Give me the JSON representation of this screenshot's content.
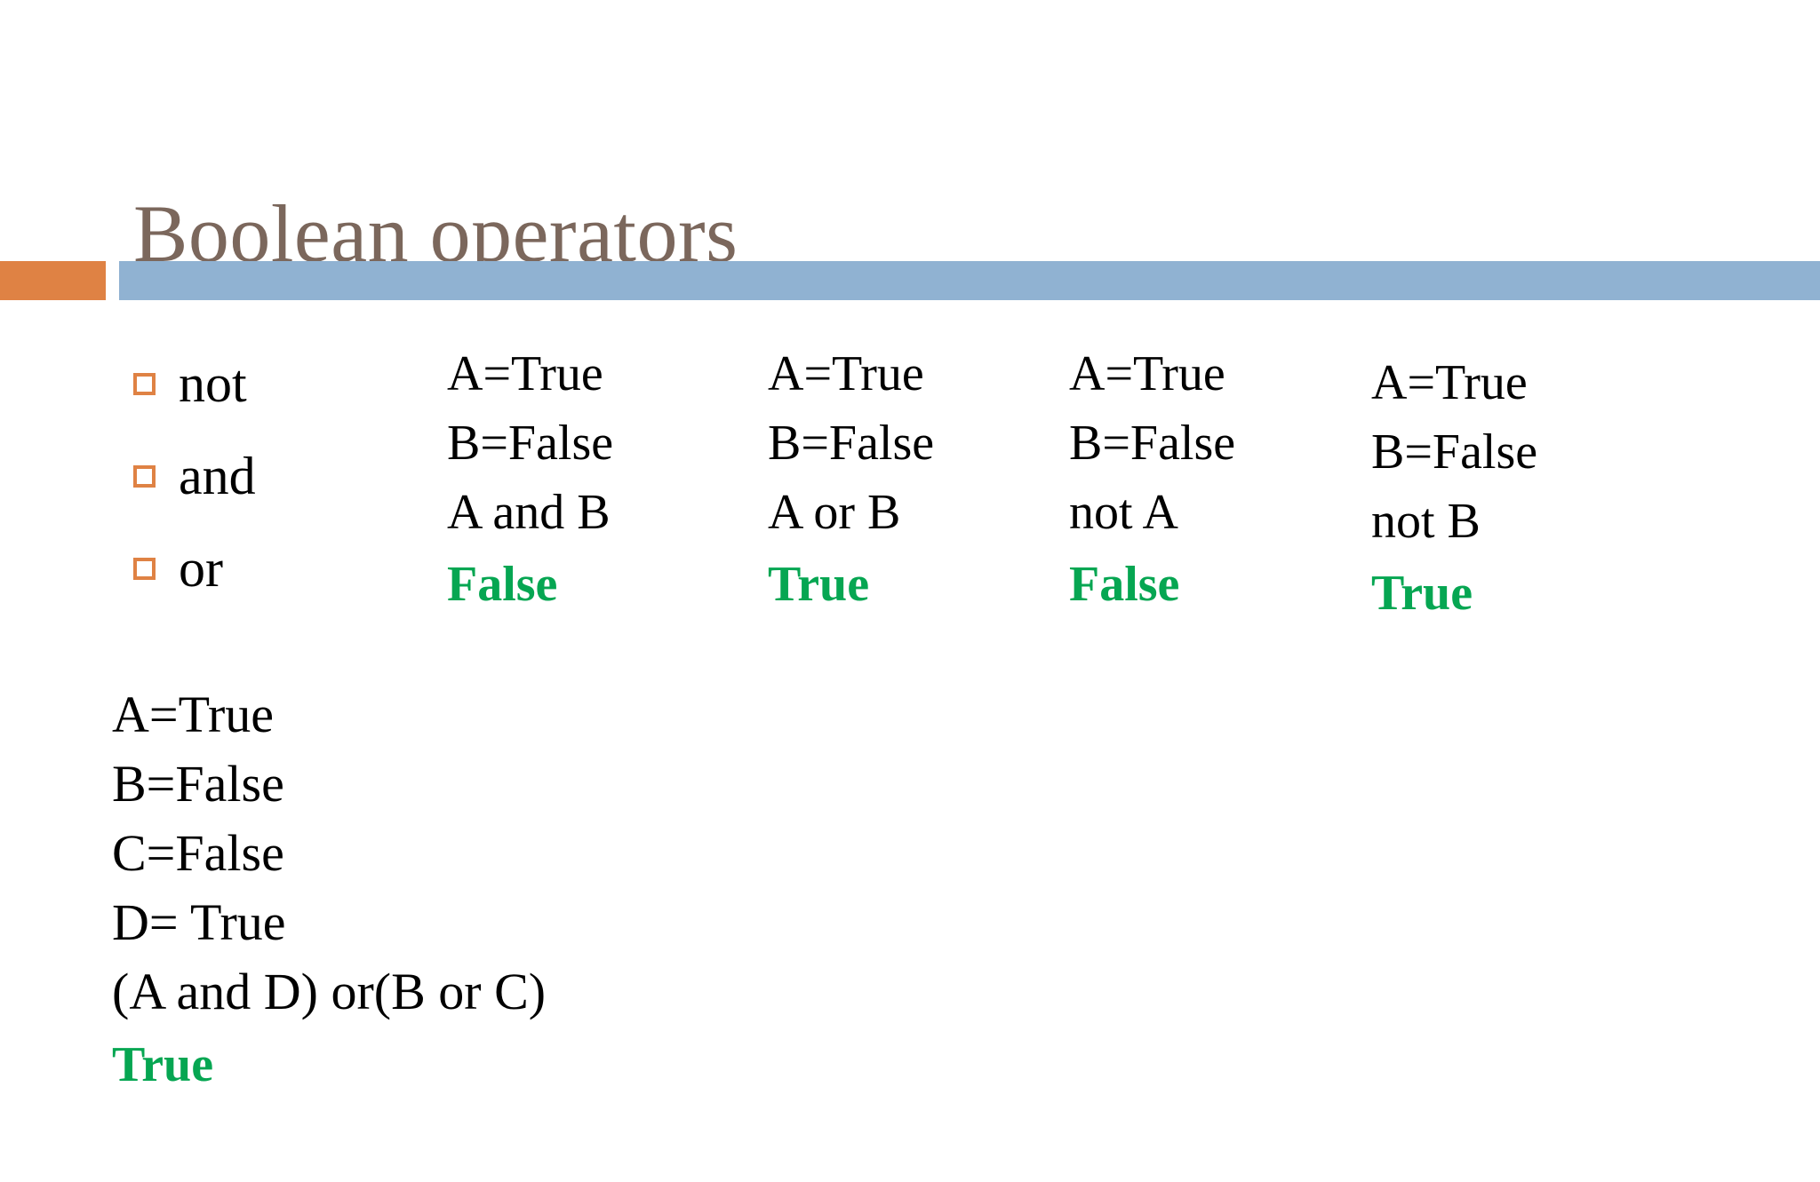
{
  "slide": {
    "title": "Boolean operators",
    "title_color": "#7b675c",
    "accent_color": "#df8244",
    "rule_color": "#90b2d2",
    "result_color": "#06a652",
    "background": "#ffffff"
  },
  "operators": {
    "bullet_marker": "hollow-square-bullet",
    "items": [
      {
        "label": "not"
      },
      {
        "label": "and"
      },
      {
        "label": "or"
      }
    ]
  },
  "examples": [
    {
      "id": "and-example",
      "lines": [
        "A=True",
        "B=False",
        "A and B"
      ],
      "result": "False"
    },
    {
      "id": "or-example",
      "lines": [
        "A=True",
        "B=False",
        "A or B"
      ],
      "result": "True"
    },
    {
      "id": "not-a-example",
      "lines": [
        "A=True",
        "B=False",
        "not A"
      ],
      "result": "False"
    },
    {
      "id": "not-b-example",
      "lines": [
        "A=True",
        "B=False",
        "not B"
      ],
      "result": "True"
    }
  ],
  "compound_example": {
    "id": "compound-example",
    "lines": [
      "A=True",
      "B=False",
      "C=False",
      "D= True",
      "(A and D) or(B or C)"
    ],
    "result": "True"
  }
}
